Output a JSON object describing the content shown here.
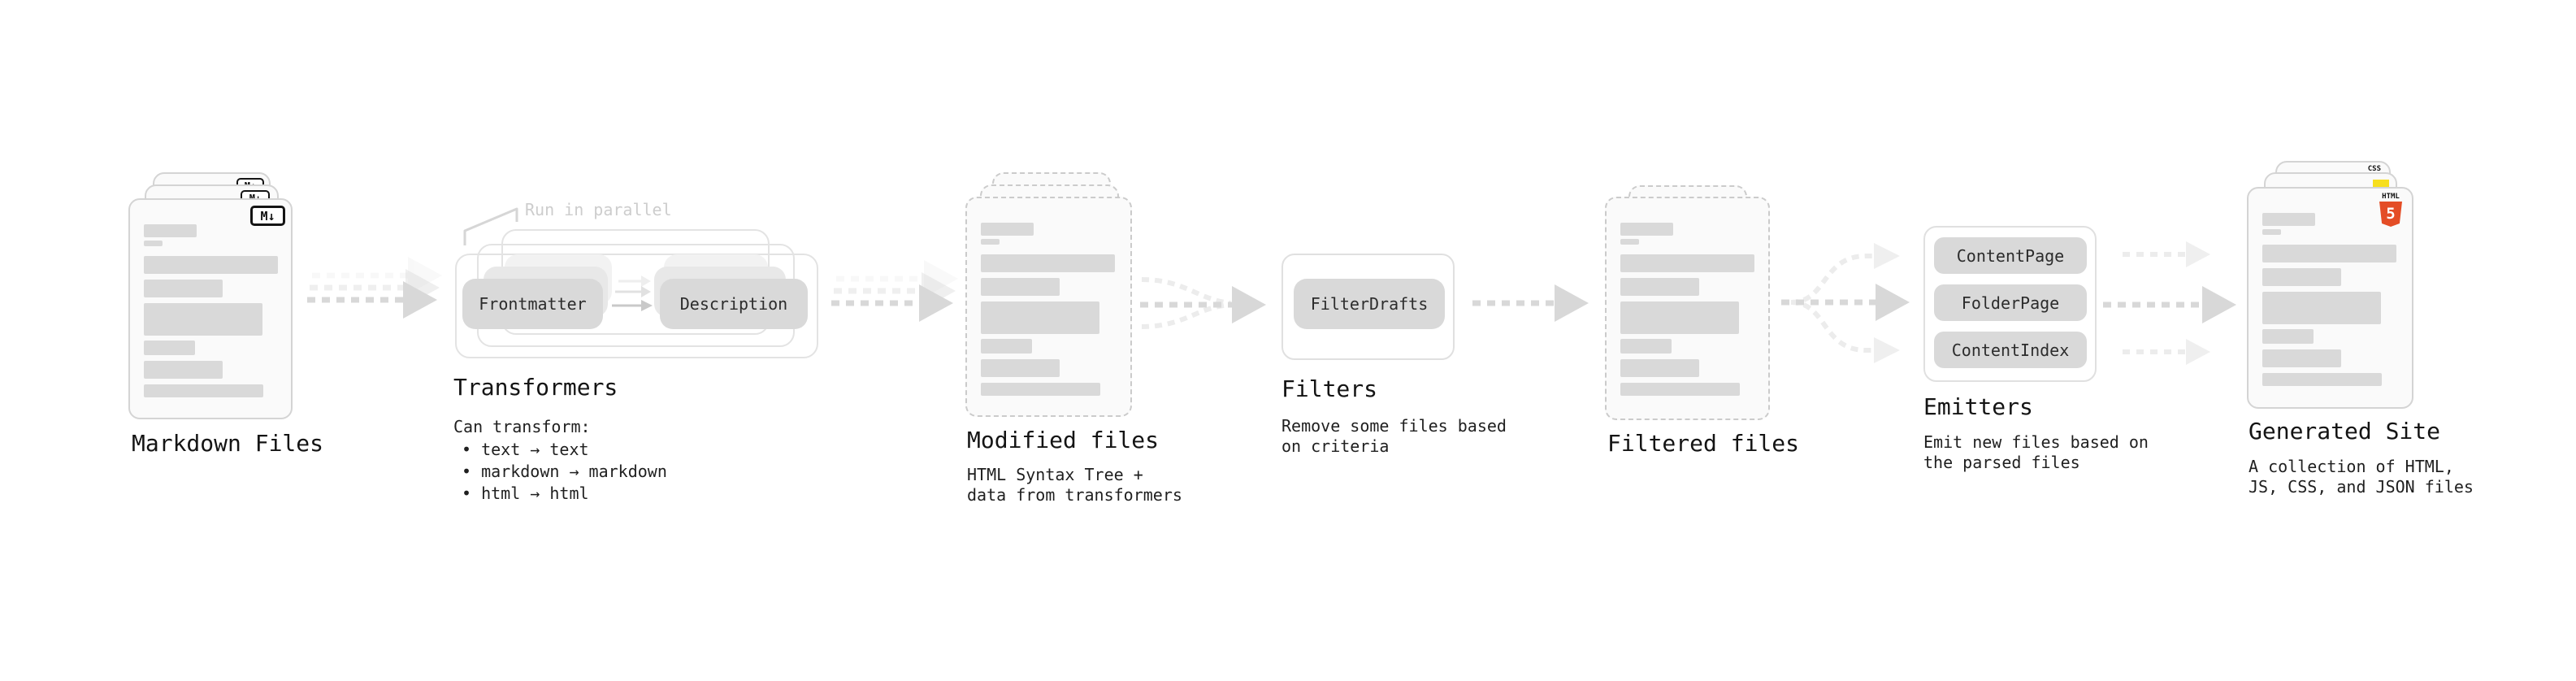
{
  "nodes": {
    "markdown_files": {
      "label": "Markdown Files",
      "file_icon": "M↓"
    },
    "transformers": {
      "label": "Transformers",
      "callout": "Run in parallel",
      "steps": [
        "Frontmatter",
        "Description"
      ],
      "desc_title": "Can transform:",
      "bullets": [
        "• text → text",
        "• markdown → markdown",
        "• html → html"
      ]
    },
    "modified_files": {
      "label": "Modified files",
      "desc": "HTML Syntax Tree +\ndata from transformers"
    },
    "filters": {
      "label": "Filters",
      "items": [
        "FilterDrafts"
      ],
      "desc": "Remove some files based\non criteria"
    },
    "filtered_files": {
      "label": "Filtered files"
    },
    "emitters": {
      "label": "Emitters",
      "items": [
        "ContentPage",
        "FolderPage",
        "ContentIndex"
      ],
      "desc": "Emit new files based on\nthe parsed files"
    },
    "generated_site": {
      "label": "Generated Site",
      "desc": "A collection of HTML,\nJS, CSS, and JSON files",
      "badges": {
        "css_label": "CSS",
        "html_label": "HTML",
        "html5_number": "5"
      }
    }
  },
  "colors": {
    "background": "#ffffff",
    "card_fill": "#fafafa",
    "card_border": "#d4d4d4",
    "dashed_border": "#cbcbcb",
    "placeholder_bar": "#d9d9d9",
    "chip_fill": "#d9d9d9",
    "arrow_main": "#d8d8d8",
    "arrow_faint": "#ececec",
    "text_primary": "#1c1c1c",
    "muted_callout": "#cdcdcd",
    "html5_orange": "#e44d26",
    "js_yellow": "#f7df1e",
    "css_blue": "#2760e5"
  }
}
